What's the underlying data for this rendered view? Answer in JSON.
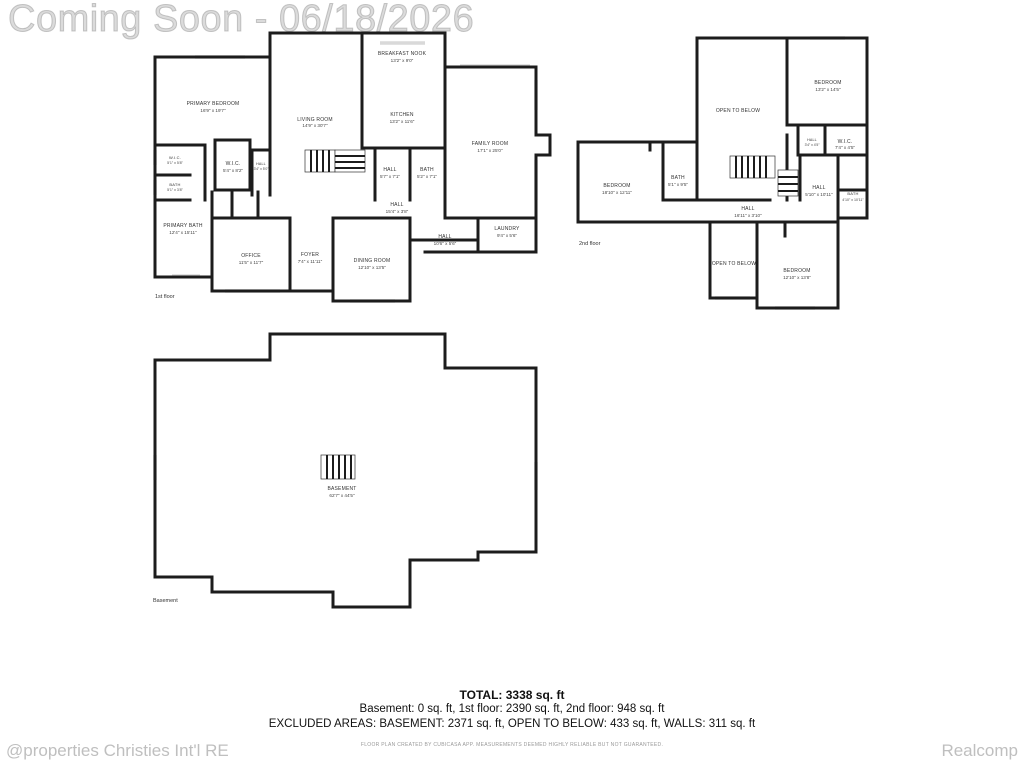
{
  "watermark": "Coming Soon - 06/18/2026",
  "floors": {
    "first": {
      "label": "1st floor",
      "rooms": [
        {
          "name": "BREAKFAST NOOK",
          "dim": "13'2\" x 9'0\""
        },
        {
          "name": "PRIMARY BEDROOM",
          "dim": "16'9\" x 19'7\""
        },
        {
          "name": "LIVING ROOM",
          "dim": "14'9\" x 30'7\""
        },
        {
          "name": "KITCHEN",
          "dim": "13'2\" x 11'6\""
        },
        {
          "name": "FAMILY ROOM",
          "dim": "17'1\" x 25'0\""
        },
        {
          "name": "W.I.C.",
          "dim": "5'1\" x 5'8\""
        },
        {
          "name": "W.I.C.",
          "dim": "5'4\" x 8'2\""
        },
        {
          "name": "HALL",
          "dim": "3'4\" x 5'0\""
        },
        {
          "name": "BATH",
          "dim": "5'1\" x 3'8\""
        },
        {
          "name": "HALL",
          "dim": "5'7\" x 7'1\""
        },
        {
          "name": "BATH",
          "dim": "5'2\" x 7'1\""
        },
        {
          "name": "HALL",
          "dim": "15'4\" x 3'8\""
        },
        {
          "name": "PRIMARY BATH",
          "dim": "12'4\" x 15'11\""
        },
        {
          "name": "OFFICE",
          "dim": "11'5\" x 11'7\""
        },
        {
          "name": "FOYER",
          "dim": "7'4\" x 11'11\""
        },
        {
          "name": "DINING ROOM",
          "dim": "12'10\" x 13'5\""
        },
        {
          "name": "HALL",
          "dim": "10'6\" x 5'6\""
        },
        {
          "name": "LAUNDRY",
          "dim": "9'4\" x 5'6\""
        }
      ]
    },
    "second": {
      "label": "2nd floor",
      "rooms": [
        {
          "name": "OPEN TO BELOW",
          "dim": ""
        },
        {
          "name": "BEDROOM",
          "dim": "13'2\" x 14'5\""
        },
        {
          "name": "HALL",
          "dim": "3'4\" x 4'5\""
        },
        {
          "name": "W.I.C.",
          "dim": "7'4\" x 4'5\""
        },
        {
          "name": "BEDROOM",
          "dim": "18'10\" x 12'11\""
        },
        {
          "name": "BATH",
          "dim": "5'1\" x 9'5\""
        },
        {
          "name": "HALL",
          "dim": "5'10\" x 10'11\""
        },
        {
          "name": "BATH",
          "dim": "4'10\" x 10'11\""
        },
        {
          "name": "HALL",
          "dim": "16'11\" x 3'10\""
        },
        {
          "name": "OPEN TO BELOW",
          "dim": ""
        },
        {
          "name": "BEDROOM",
          "dim": "12'10\" x 13'8\""
        }
      ]
    },
    "basement": {
      "label": "Basement",
      "rooms": [
        {
          "name": "BASEMENT",
          "dim": "62'7\" x 44'5\""
        }
      ]
    }
  },
  "summary": {
    "total": "TOTAL: 3338 sq. ft",
    "line1": "Basement: 0 sq. ft, 1st floor: 2390 sq. ft, 2nd floor: 948 sq. ft",
    "line2": "EXCLUDED AREAS: BASEMENT: 2371 sq. ft, OPEN TO BELOW: 433 sq. ft, WALLS: 311 sq. ft",
    "disclaimer": "FLOOR PLAN CREATED BY CUBICASA APP. MEASUREMENTS DEEMED HIGHLY RELIABLE BUT NOT GUARANTEED."
  },
  "credit": "@properties Christies Int'l RE",
  "brand": "Realcomp"
}
